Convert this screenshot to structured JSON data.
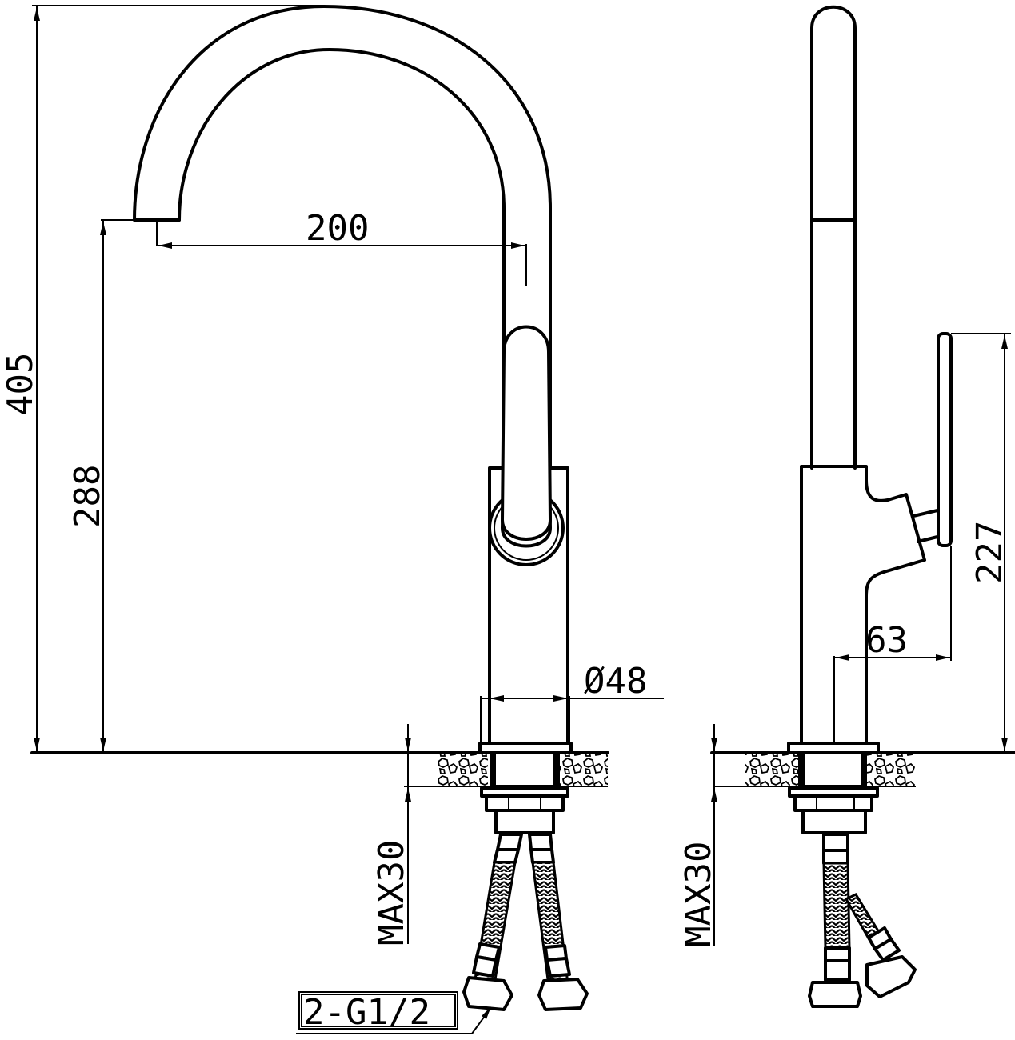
{
  "drawing": {
    "title": "Kitchen faucet dimension drawing",
    "views": [
      "front-view",
      "side-view"
    ],
    "line_color": "#000000",
    "background": "#ffffff"
  },
  "dimensions": {
    "total_height": "405",
    "spout_clearance_height": "288",
    "spout_reach": "200",
    "base_diameter": "Ø48",
    "side_handle_height": "227",
    "side_handle_offset": "63",
    "max_deck_thickness_front": "MAX30",
    "max_deck_thickness_side": "MAX30"
  },
  "callouts": {
    "hose_connection": "2-G1/2"
  }
}
